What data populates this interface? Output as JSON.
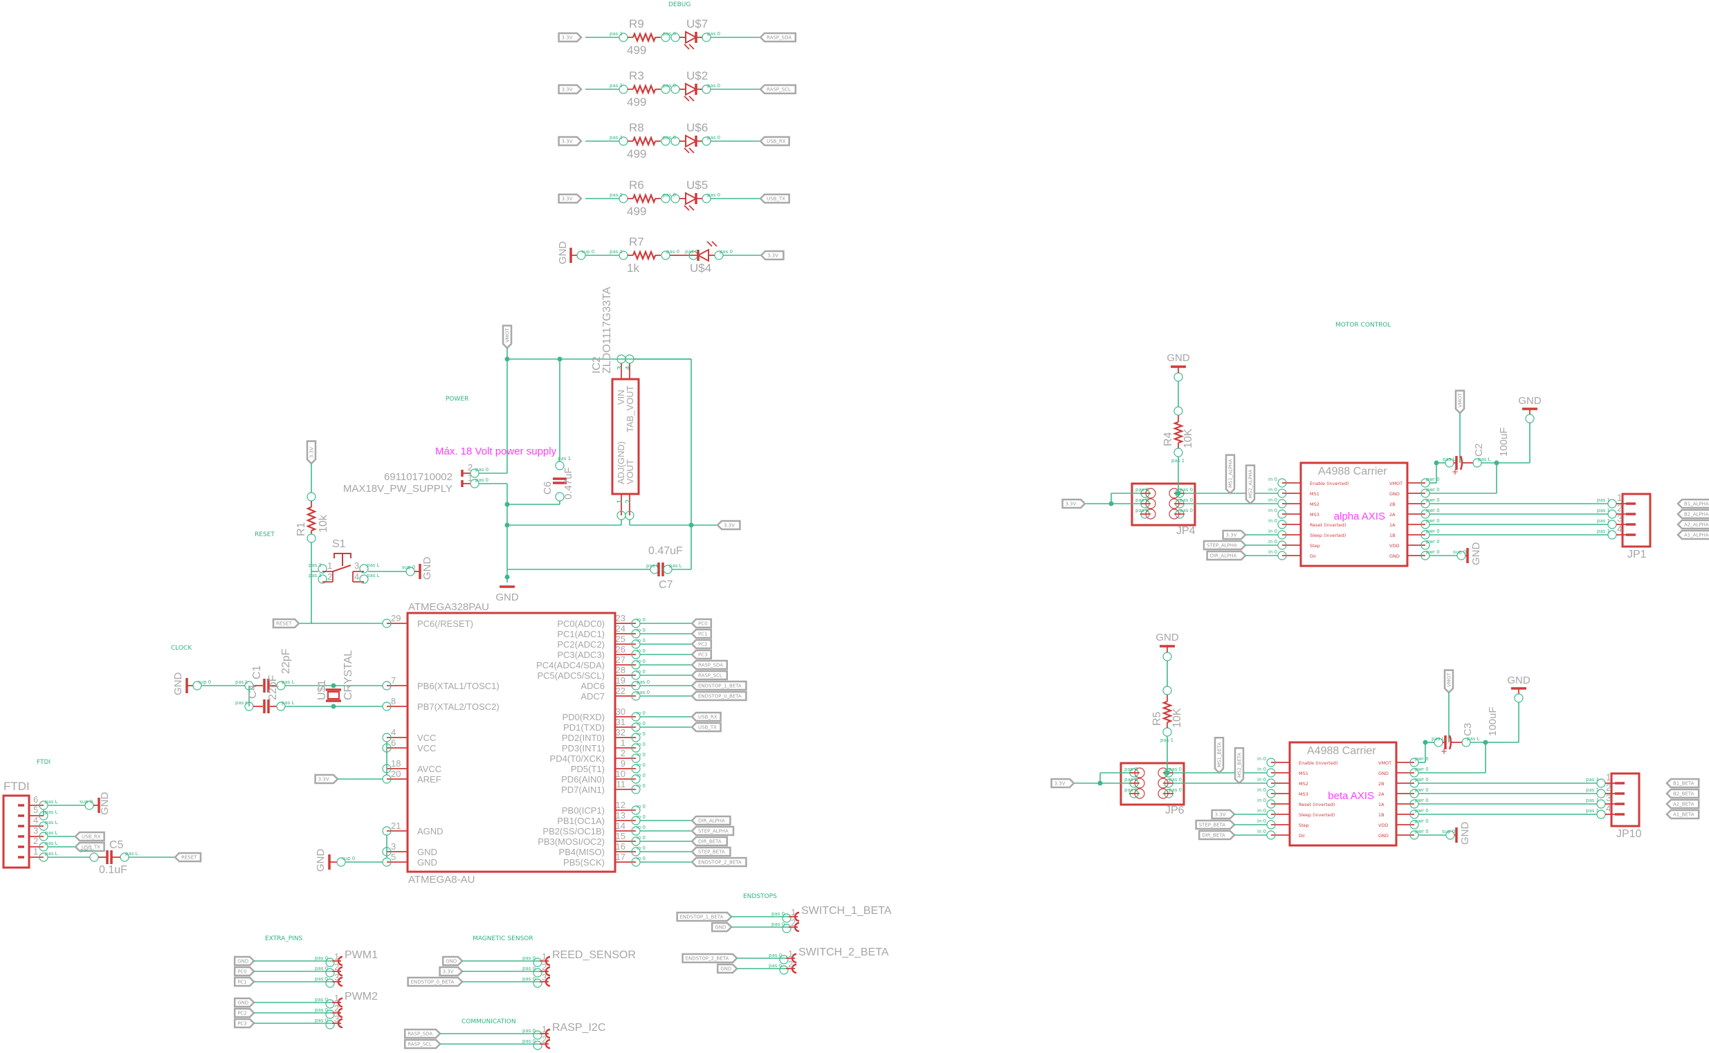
{
  "sections": {
    "debug": "DEBUG",
    "power": "POWER",
    "reset": "RESET",
    "clock": "CLOCK",
    "ftdi": "FTDI",
    "extra": "EXTRA_PINS",
    "magnetic": "MAGNETIC SENSOR",
    "comm": "COMMUNICATION",
    "endstops": "ENDSTOPS",
    "motor": "MOTOR CONTROL"
  },
  "tags": {
    "pas0": "pas 0",
    "pasL": "pas L",
    "io0": "io 0",
    "pwr0": "pwr 0",
    "in0": "in 0",
    "sup0": "sup 0",
    "pas1": "pas 1"
  },
  "debug": [
    {
      "res": "R9",
      "val": "499",
      "led": "U$7",
      "src": "3.3V",
      "net": "RASP_SDA"
    },
    {
      "res": "R3",
      "val": "499",
      "led": "U$2",
      "src": "3.3V",
      "net": "RASP_SCL"
    },
    {
      "res": "R8",
      "val": "499",
      "led": "U$6",
      "src": "3.3V",
      "net": "USB_RX"
    },
    {
      "res": "R6",
      "val": "499",
      "led": "U$5",
      "src": "3.3V",
      "net": "USB_TX"
    },
    {
      "res": "R7",
      "val": "1k",
      "led": "U$4",
      "src": "GND",
      "net": "3.3V"
    }
  ],
  "mcu": {
    "name": "ATMEGA328PAU",
    "variant": "ATMEGA8-AU",
    "left": [
      {
        "pin": "29",
        "label": "PC6(/RESET)"
      },
      {
        "pin": "7",
        "label": "PB6(XTAL1/TOSC1)"
      },
      {
        "pin": "8",
        "label": "PB7(XTAL2/TOSC2)"
      },
      {
        "pin": "4",
        "label": "VCC"
      },
      {
        "pin": "6",
        "label": "VCC"
      },
      {
        "pin": "18",
        "label": "AVCC"
      },
      {
        "pin": "20",
        "label": "AREF"
      },
      {
        "pin": "21",
        "label": "AGND"
      },
      {
        "pin": "3",
        "label": "GND"
      },
      {
        "pin": "5",
        "label": "GND"
      }
    ],
    "right": [
      {
        "pin": "23",
        "label": "PC0(ADC0)",
        "net": "PC0"
      },
      {
        "pin": "24",
        "label": "PC1(ADC1)",
        "net": "PC1"
      },
      {
        "pin": "25",
        "label": "PC2(ADC2)",
        "net": "PC2"
      },
      {
        "pin": "26",
        "label": "PC3(ADC3)",
        "net": "PC3"
      },
      {
        "pin": "27",
        "label": "PC4(ADC4/SDA)",
        "net": "RASP_SDA"
      },
      {
        "pin": "28",
        "label": "PC5(ADC5/SCL)",
        "net": "RASP_SCL"
      },
      {
        "pin": "19",
        "label": "ADC6",
        "net": "ENDSTOP_1_BETA"
      },
      {
        "pin": "22",
        "label": "ADC7",
        "net": "ENDSTOP_0_BETA"
      },
      {
        "pin": "30",
        "label": "PD0(RXD)",
        "net": "USB_RX"
      },
      {
        "pin": "31",
        "label": "PD1(TXD)",
        "net": "USB_TX"
      },
      {
        "pin": "32",
        "label": "PD2(INT0)"
      },
      {
        "pin": "1",
        "label": "PD3(INT1)"
      },
      {
        "pin": "2",
        "label": "PD4(T0/XCK)"
      },
      {
        "pin": "9",
        "label": "PD5(T1)"
      },
      {
        "pin": "10",
        "label": "PD6(AIN0)"
      },
      {
        "pin": "11",
        "label": "PD7(AIN1)"
      },
      {
        "pin": "12",
        "label": "PB0(ICP1)"
      },
      {
        "pin": "13",
        "label": "PB1(OC1A)",
        "net": "DIR_ALPHA"
      },
      {
        "pin": "14",
        "label": "PB2(SS/OC1B)",
        "net": "STEP_ALPHA"
      },
      {
        "pin": "15",
        "label": "PB3(MOSI/OC2)",
        "net": "DIR_BETA"
      },
      {
        "pin": "16",
        "label": "PB4(MISO)",
        "net": "STEP_BETA"
      },
      {
        "pin": "17",
        "label": "PB5(SCK)",
        "net": "ENDSTOP_2_BETA"
      }
    ]
  },
  "power": {
    "vin_net": "VMOT",
    "note": "Máx. 18 Volt power supply",
    "conn_part": "691101710002",
    "conn_name": "MAX18V_PW_SUPPLY",
    "conn_pins": [
      "2",
      "1"
    ],
    "c6": "C6",
    "c6_val": "0.47uF",
    "c7": "C7",
    "c7_val": "0.47uF",
    "ic": "IC2",
    "ic_part": "ZLDO1117G33TA",
    "ic_vin": "VIN",
    "ic_tab": "TAB_VOUT",
    "ic_adj": "ADJ(GND)",
    "ic_vout": "VOUT",
    "ic_pin_nums": [
      "3",
      "4",
      "1",
      "2"
    ],
    "gnd": "GND",
    "out_net": "3.3V"
  },
  "reset": {
    "net": "3.3V",
    "r": "R1",
    "r_val": "10k",
    "sw": "S1",
    "sw_pins": [
      "1",
      "2",
      "3",
      "4"
    ],
    "gnd": "GND",
    "reset_net": "RESET"
  },
  "clock": {
    "gnd": "GND",
    "c1": "C1",
    "c1_val": "22pF",
    "c4": "C4",
    "c4_val": "22pF",
    "xtal": "U$1",
    "xtal_val": "CRYSTAL",
    "vcc_net": "3.3V",
    "gnd2": "GND"
  },
  "ftdi": {
    "name": "FTDI",
    "pins": [
      "6",
      "5",
      "4",
      "3",
      "2",
      "1"
    ],
    "gnd": "GND",
    "rx": "USB_RX",
    "tx": "USB_TX",
    "c": "C5",
    "c_val": "0.1uF",
    "reset": "RESET"
  },
  "headers": [
    {
      "name": "PWM1",
      "nets": [
        "GND",
        "PC0",
        "PC1"
      ],
      "pins": [
        "1",
        "2",
        "3"
      ]
    },
    {
      "name": "PWM2",
      "nets": [
        "GND",
        "PC2",
        "PC3"
      ],
      "pins": [
        "1",
        "2",
        "3"
      ]
    },
    {
      "name": "REED_SENSOR",
      "nets": [
        "GND",
        "3.3V",
        "ENDSTOP_0_BETA"
      ],
      "pins": [
        "1",
        "2",
        "3"
      ]
    },
    {
      "name": "RASP_I2C",
      "nets": [
        "RASP_SDA",
        "RASP_SCL"
      ],
      "pins": [
        "1",
        "2"
      ]
    },
    {
      "name": "SWITCH_1_BETA",
      "nets": [
        "ENDSTOP_1_BETA",
        "GND"
      ],
      "pins": [
        "1",
        "2"
      ]
    },
    {
      "name": "SWITCH_2_BETA",
      "nets": [
        "ENDSTOP_2_BETA",
        "GND"
      ],
      "pins": [
        "1",
        "2"
      ]
    }
  ],
  "a4988_pins": {
    "left": [
      "Enable (inverted)",
      "MS1",
      "MS2",
      "MS3",
      "Reset (inverted)",
      "Sleep (inverted)",
      "Step",
      "Dir"
    ],
    "right": [
      "VMOT",
      "GND",
      "2B",
      "2A",
      "1A",
      "1B",
      "VDD",
      "GND"
    ]
  },
  "motors": [
    {
      "title": "A4988 Carrier",
      "axis": "alpha AXIS",
      "gnd": "GND",
      "r": "R4",
      "r_val": "10K",
      "jp": "JP4",
      "ms1": "MS1_ALPHA",
      "ms2": "MS2_ALPHA",
      "vcc": "3.3V",
      "step": "STEP_ALPHA",
      "dir": "DIR_ALPHA",
      "vmot": "VMOT",
      "c": "C2",
      "c_val": "100uF",
      "out_pins": [
        "1",
        "2",
        "3",
        "4"
      ],
      "out_nets": [
        "B1_ALPHA",
        "B2_ALPHA",
        "A2_ALPHA",
        "A1_ALPHA"
      ],
      "conn": "JP1"
    },
    {
      "title": "A4988 Carrier",
      "axis": "beta AXIS",
      "gnd": "GND",
      "r": "R5",
      "r_val": "10K",
      "jp": "JP6",
      "ms1": "MS1_BETA",
      "ms2": "MS2_BETA",
      "vcc": "3.3V",
      "step": "STEP_BETA",
      "dir": "DIR_BETA",
      "vmot": "VMOT",
      "c": "C3",
      "c_val": "100uF",
      "out_pins": [
        "1",
        "2",
        "3",
        "4"
      ],
      "out_nets": [
        "B1_BETA",
        "B2_BETA",
        "A2_BETA",
        "A1_BETA"
      ],
      "conn": "JP10"
    }
  ]
}
